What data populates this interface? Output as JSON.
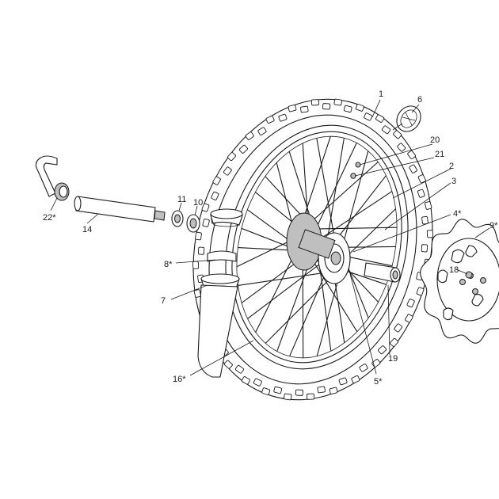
{
  "callouts": {
    "c1": "1",
    "c2": "2",
    "c3": "3",
    "c4": "4*",
    "c5": "5*",
    "c6": "6",
    "c7": "7",
    "c8": "8*",
    "c9": "9*",
    "c10": "10",
    "c11": "11",
    "c14": "14",
    "c16": "16*",
    "c18": "18",
    "c19": "19",
    "c20": "20",
    "c21": "21",
    "c22": "22*"
  },
  "colors": {
    "line": "#1a1a1a",
    "shade": "#bfbfbf",
    "background": "#ffffff"
  }
}
